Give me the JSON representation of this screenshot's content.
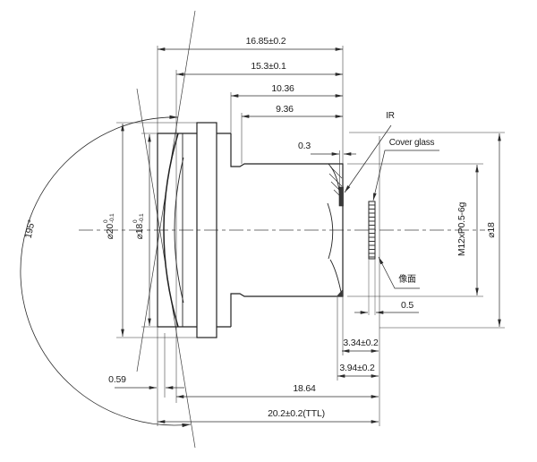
{
  "dims": {
    "overall_16_85": "16.85±0.2",
    "dim_15_3": "15.3±0.1",
    "dim_10_36": "10.36",
    "dim_9_36": "9.36",
    "ir_thickness": "0.3",
    "dome_offset": "0.59",
    "dim_18_64": "18.64",
    "ttl": "20.2±0.2(TTL)",
    "rear_gap_1": "3.34±0.2",
    "rear_gap_2": "3.94±0.2",
    "cover_glass_thickness": "0.5"
  },
  "labels": {
    "ir": "IR",
    "cover_glass": "Cover glass",
    "image_plane": "像面",
    "fov": "195°",
    "thread": "M12xP0.5-6g",
    "sensor_side_diameter": "⌀18"
  },
  "diameters": {
    "outer": {
      "base": "⌀20",
      "tol_upper": "0",
      "tol_lower": "-0.1"
    },
    "inner": {
      "base": "⌀18",
      "tol_upper": "0",
      "tol_lower": "-0.1"
    }
  },
  "colors": {
    "line": "#2b2b2b",
    "background": "#ffffff",
    "hatch_fill": "#3a3a3a"
  }
}
